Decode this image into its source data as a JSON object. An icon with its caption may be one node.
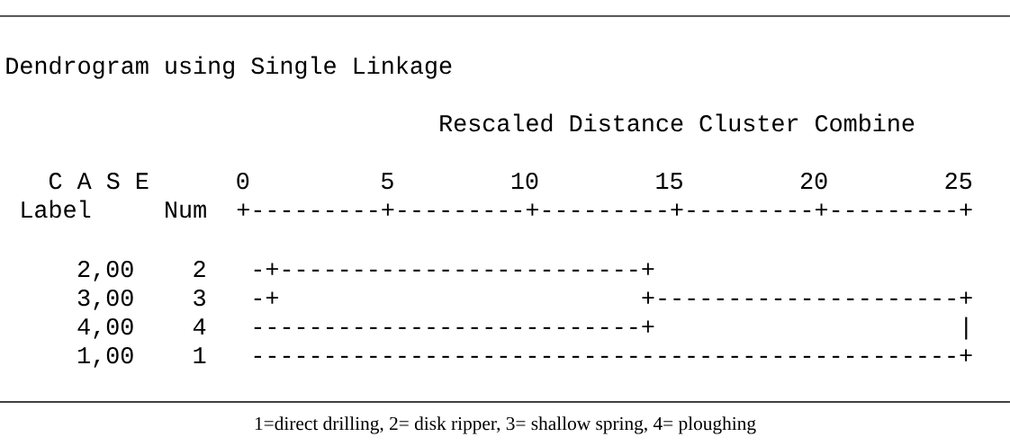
{
  "diagram": {
    "title": "Dendrogram using Single Linkage",
    "caption": "1=direct drilling, 2= disk ripper, 3= shallow spring, 4= ploughing",
    "labels": [
      "Rescaled Distance Cluster Combine",
      "C A S E",
      "0",
      "5",
      "10",
      "15",
      "20",
      "25",
      "Label",
      "Num",
      "+---------+---------+---------+---------+---------+",
      "2,00",
      "2",
      "-+-------------------------+",
      "3,00",
      "3",
      "-+",
      "+---------------------+",
      "4,00",
      "4",
      "---------------------------+",
      "|",
      "1,00",
      "1",
      "-------------------------------------------------+"
    ]
  }
}
